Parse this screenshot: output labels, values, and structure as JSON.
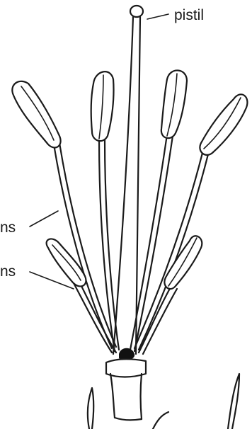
{
  "labels": {
    "pistil": "pistil",
    "stamens_upper": "ns",
    "stamens_lower": "ns"
  }
}
